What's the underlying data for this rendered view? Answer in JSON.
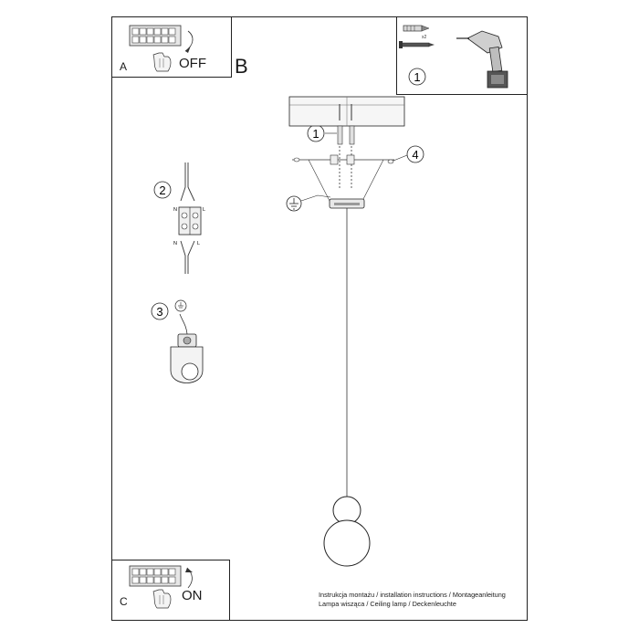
{
  "panel_a": {
    "letter": "A",
    "state": "OFF"
  },
  "panel_b": {
    "letter": "B"
  },
  "panel_c": {
    "letter": "C",
    "state": "ON"
  },
  "steps": {
    "s1": "1",
    "s2": "2",
    "s3": "3",
    "s4": "4"
  },
  "tools": {
    "screw_qty": "x2"
  },
  "terminal_labels": {
    "n_top": "N",
    "l_top": "L",
    "n_bottom": "N",
    "l_bottom": "L"
  },
  "caption": {
    "line1": "Instrukcja montażu / installation instructions / Montageanleitung",
    "line2": "Lampa wisząca / Ceiling lamp / Deckenleuchte"
  },
  "icons": [
    "switch-box-icon",
    "hand-press-icon",
    "power-drill-icon",
    "screw-icon",
    "wall-plug-icon",
    "ground-symbol-icon",
    "terminal-block-icon",
    "ground-clamp-icon",
    "pendant-lamp-icon"
  ]
}
